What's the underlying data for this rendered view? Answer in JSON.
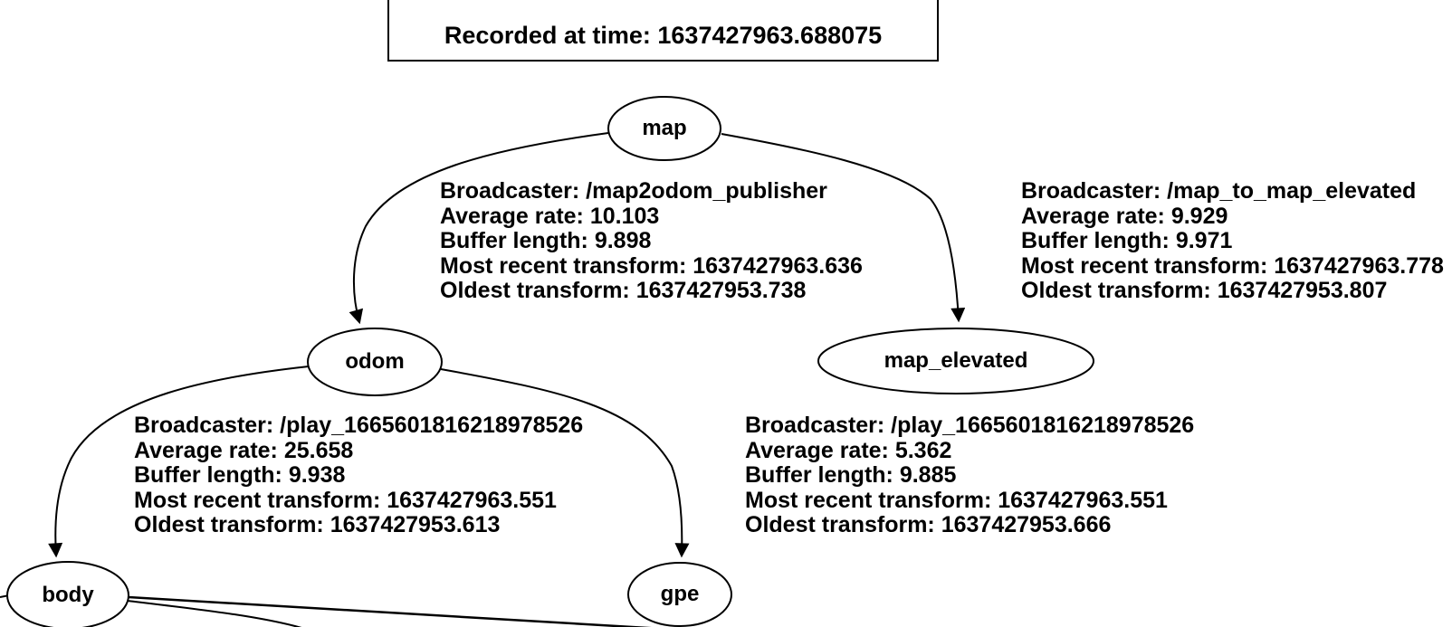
{
  "diagram": {
    "title_box": {
      "text": "Recorded at time: 1637427963.688075"
    },
    "nodes": [
      {
        "id": "map",
        "label": "map"
      },
      {
        "id": "odom",
        "label": "odom"
      },
      {
        "id": "map_elevated",
        "label": "map_elevated"
      },
      {
        "id": "body",
        "label": "body"
      },
      {
        "id": "gpe",
        "label": "gpe"
      }
    ],
    "edges": [
      {
        "from": "map",
        "to": "odom",
        "label_lines": [
          "Broadcaster: /map2odom_publisher",
          "Average rate: 10.103",
          "Buffer length: 9.898",
          "Most recent transform: 1637427963.636",
          "Oldest transform: 1637427953.738"
        ]
      },
      {
        "from": "map",
        "to": "map_elevated",
        "label_lines": [
          "Broadcaster: /map_to_map_elevated",
          "Average rate: 9.929",
          "Buffer length: 9.971",
          "Most recent transform: 1637427963.778",
          "Oldest transform: 1637427953.807"
        ]
      },
      {
        "from": "odom",
        "to": "body",
        "label_lines": [
          "Broadcaster: /play_1665601816218978526",
          "Average rate: 25.658",
          "Buffer length: 9.938",
          "Most recent transform: 1637427963.551",
          "Oldest transform: 1637427953.613"
        ]
      },
      {
        "from": "odom",
        "to": "gpe",
        "label_lines": [
          "Broadcaster: /play_1665601816218978526",
          "Average rate: 5.362",
          "Buffer length: 9.885",
          "Most recent transform: 1637427963.551",
          "Oldest transform: 1637427953.666"
        ]
      }
    ],
    "colors": {
      "stroke": "#000000",
      "background": "#ffffff",
      "text": "#000000"
    }
  }
}
